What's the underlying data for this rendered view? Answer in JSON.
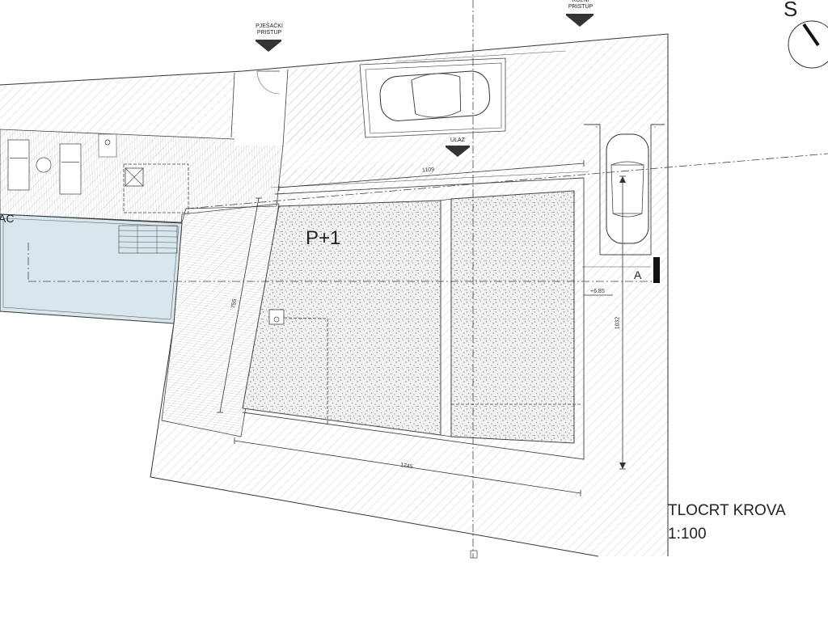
{
  "labels": {
    "pedestrian_access": "PJEŠAČKI PRISTUP",
    "vehicle_access": "KOLNI PRISTUP",
    "entrance": "ULAZ",
    "floors": "P+1",
    "section_marker": "A",
    "north": "S",
    "terrace_fragment": "AC"
  },
  "dimensions": {
    "top_width": "1109",
    "side_depth_left": "755",
    "side_depth_right": "1032",
    "bottom_width": "1245",
    "elevation": "+6.85"
  },
  "title": {
    "line1": "TLOCRT KROVA",
    "line2": "1:100"
  },
  "colors": {
    "line": "#333333",
    "pool_fill": "#d8e6ee",
    "gravel_fill": "#bdbdbd",
    "hatch": "#9a9a9a",
    "marker": "#444444"
  },
  "icons": {
    "north_arrow": "north-arrow-icon",
    "access_markers": "triangle-down-icon",
    "cars": "car-icon"
  }
}
